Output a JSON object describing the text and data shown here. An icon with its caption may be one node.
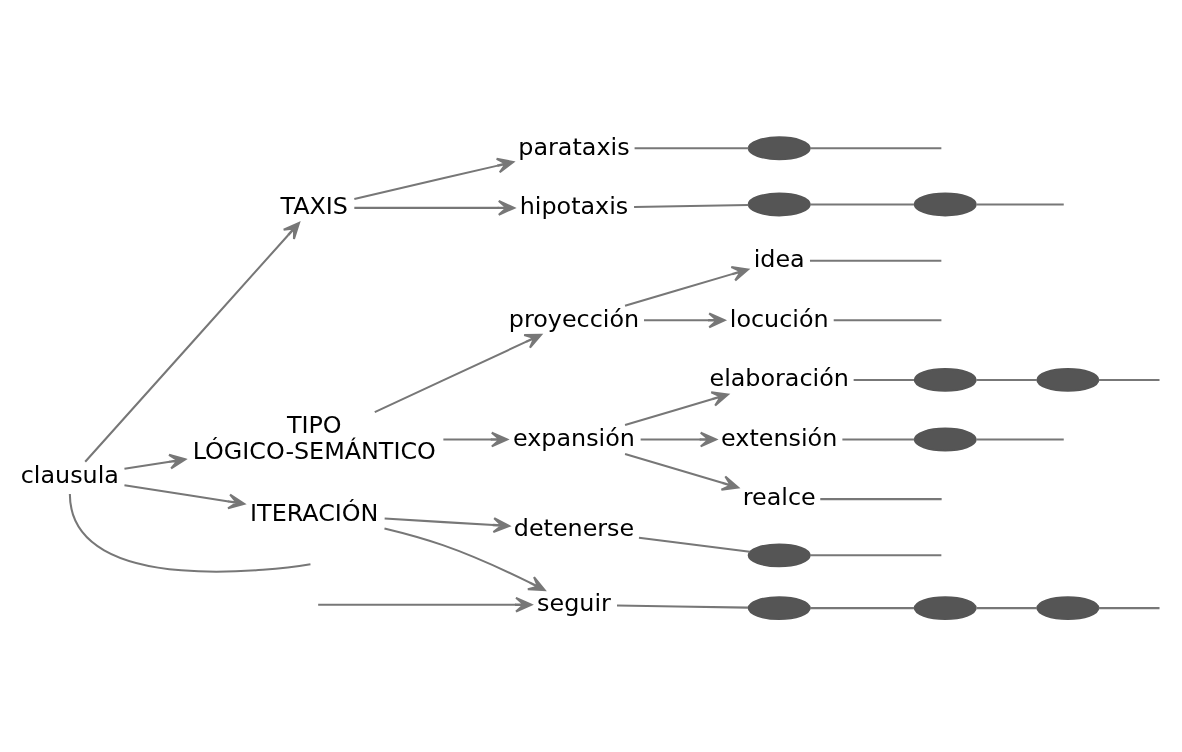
{
  "diagram": {
    "nodes": [
      {
        "text": [
          "clausula"
        ]
      },
      {
        "text": [
          "TAXIS"
        ]
      },
      {
        "text": [
          "parataxis"
        ]
      },
      {
        "text": [],
        "shape": "ellipse"
      },
      {
        "text": [
          "hipotaxis"
        ]
      },
      {
        "text": [],
        "shape": "ellipse"
      },
      {
        "text": [],
        "shape": "ellipse"
      },
      {
        "text": [
          "TIPO",
          "LÓGICO-SEMÁNTICO"
        ]
      },
      {
        "text": [
          "proyección"
        ]
      },
      {
        "text": [
          "idea"
        ]
      },
      {
        "text": [
          "locución"
        ]
      },
      {
        "text": [
          "expansión"
        ]
      },
      {
        "text": [
          "elaboración"
        ]
      },
      {
        "text": [],
        "shape": "ellipse"
      },
      {
        "text": [],
        "shape": "ellipse"
      },
      {
        "text": [
          "extensión"
        ]
      },
      {
        "text": [],
        "shape": "ellipse"
      },
      {
        "text": [
          "realce"
        ]
      },
      {
        "text": [
          "ITERACIÓN"
        ]
      },
      {
        "text": [
          "detenerse"
        ]
      },
      {
        "text": [],
        "shape": "ellipse"
      },
      {
        "text": [
          "seguir"
        ]
      },
      {
        "text": [],
        "shape": "ellipse"
      },
      {
        "text": [],
        "shape": "ellipse"
      },
      {
        "text": [],
        "shape": "ellipse"
      }
    ],
    "edges": [
      {
        "from": 0,
        "to": 1,
        "arrow": "to"
      },
      {
        "from": 0,
        "to": 7,
        "arrow": "to"
      },
      {
        "from": 0,
        "to": 18,
        "arrow": "to"
      },
      {
        "from": 1,
        "to": 2,
        "arrow": "to"
      },
      {
        "from": 1,
        "to": 4,
        "arrow": "to"
      },
      {
        "from": 2,
        "to": 3,
        "arrow": "none"
      },
      {
        "from": 3,
        "to": null,
        "arrow": "none"
      },
      {
        "from": 4,
        "to": 5,
        "arrow": "none"
      },
      {
        "from": 5,
        "to": 6,
        "arrow": "none"
      },
      {
        "from": 6,
        "to": null,
        "arrow": "none"
      },
      {
        "from": 7,
        "to": 8,
        "arrow": "to"
      },
      {
        "from": 7,
        "to": 11,
        "arrow": "to"
      },
      {
        "from": 8,
        "to": 9,
        "arrow": "to"
      },
      {
        "from": 8,
        "to": 10,
        "arrow": "to"
      },
      {
        "from": 9,
        "to": null,
        "arrow": "none"
      },
      {
        "from": 10,
        "to": null,
        "arrow": "none"
      },
      {
        "from": 11,
        "to": 12,
        "arrow": "to"
      },
      {
        "from": 11,
        "to": 15,
        "arrow": "to"
      },
      {
        "from": 11,
        "to": 17,
        "arrow": "to"
      },
      {
        "from": 12,
        "to": 13,
        "arrow": "none"
      },
      {
        "from": 13,
        "to": 14,
        "arrow": "none"
      },
      {
        "from": 14,
        "to": null,
        "arrow": "none"
      },
      {
        "from": 15,
        "to": 16,
        "arrow": "none"
      },
      {
        "from": 16,
        "to": null,
        "arrow": "none"
      },
      {
        "from": 17,
        "to": null,
        "arrow": "none"
      },
      {
        "from": 18,
        "to": 19,
        "arrow": "to"
      },
      {
        "from": 18,
        "to": 21,
        "arrow": "to"
      },
      {
        "from": 19,
        "to": 20,
        "arrow": "none"
      },
      {
        "from": 20,
        "to": null,
        "arrow": "none"
      },
      {
        "from": 21,
        "to": 22,
        "arrow": "none"
      },
      {
        "from": 22,
        "to": 23,
        "arrow": "none"
      },
      {
        "from": 23,
        "to": 24,
        "arrow": "none"
      },
      {
        "from": 24,
        "to": null,
        "arrow": "none"
      },
      {
        "from": 0,
        "to": null,
        "arrow": "none"
      },
      {
        "from": null,
        "to": 21,
        "arrow": "to"
      }
    ]
  }
}
